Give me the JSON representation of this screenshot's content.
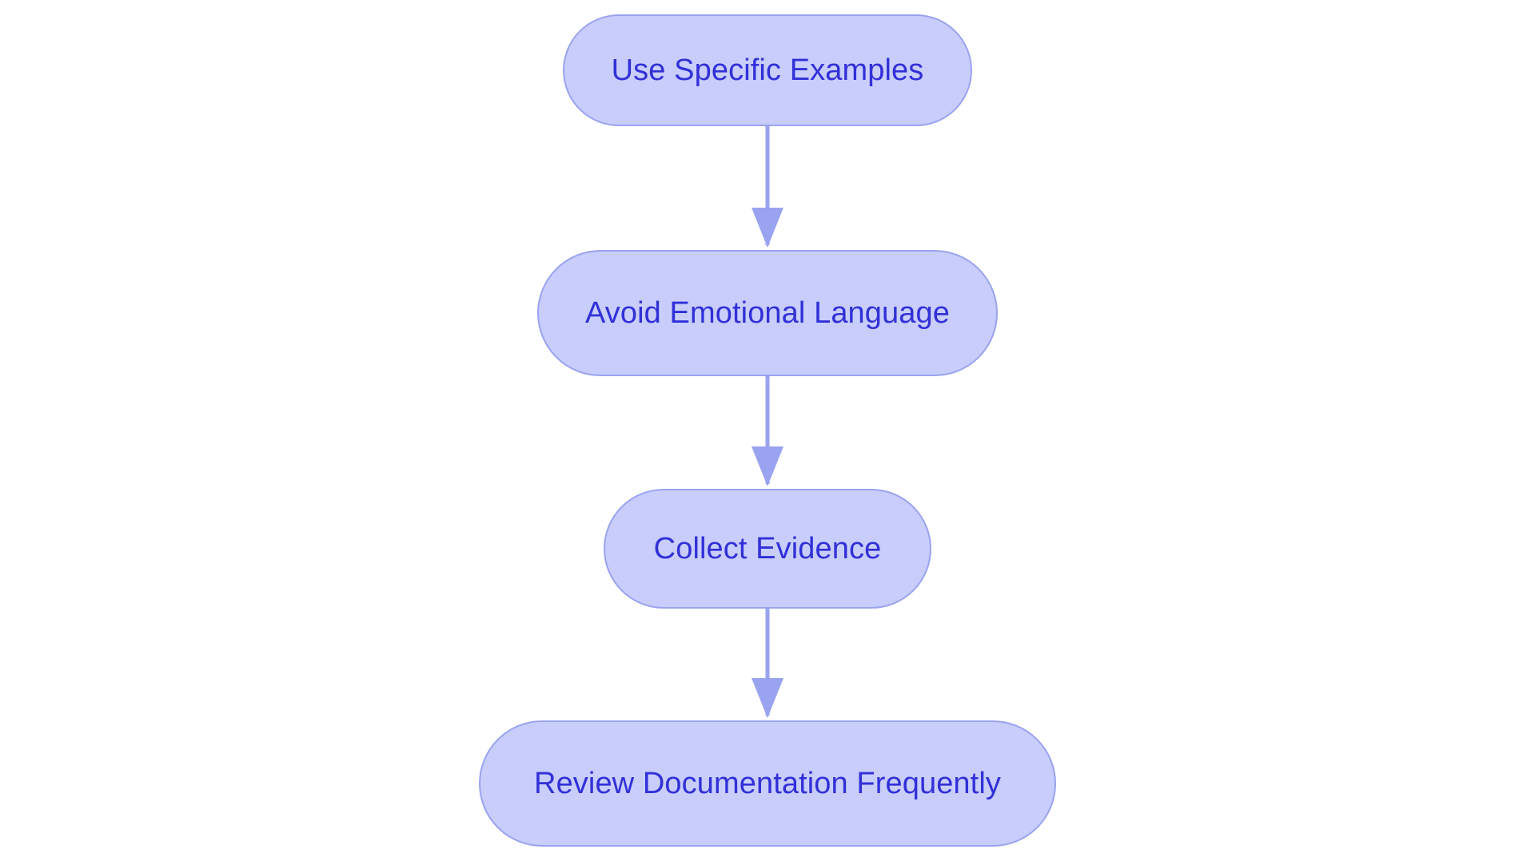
{
  "diagram": {
    "type": "flowchart",
    "orientation": "top-to-bottom",
    "background_color": "#ffffff",
    "node_fill_color": "#c8cdfb",
    "node_border_color": "#9aa3ef",
    "node_text_color": "#3130d8",
    "edge_color": "#9aa3ef",
    "node_shape": "stadium",
    "nodes": [
      {
        "id": "n1",
        "label": "Use Specific Examples"
      },
      {
        "id": "n2",
        "label": "Avoid Emotional Language"
      },
      {
        "id": "n3",
        "label": "Collect Evidence"
      },
      {
        "id": "n4",
        "label": "Review Documentation Frequently"
      }
    ],
    "edges": [
      {
        "from": "n1",
        "to": "n2",
        "label": "",
        "arrowhead": "filled-triangle"
      },
      {
        "from": "n2",
        "to": "n3",
        "label": "",
        "arrowhead": "filled-triangle"
      },
      {
        "from": "n3",
        "to": "n4",
        "label": "",
        "arrowhead": "filled-triangle"
      }
    ]
  }
}
